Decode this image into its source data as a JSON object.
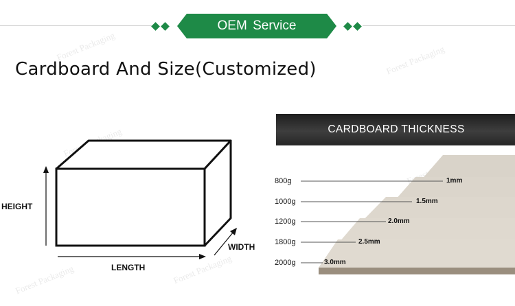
{
  "header": {
    "title": "OEM  Service"
  },
  "heading": {
    "text": "Cardboard And Size(Customized)"
  },
  "box_diagram": {
    "height_label": "HEIGHT",
    "length_label": "LENGTH",
    "width_label": "WIDTH"
  },
  "thickness": {
    "banner": "CARDBOARD THICKNESS",
    "rows": [
      {
        "gsm": "800g",
        "mm": "1mm"
      },
      {
        "gsm": "1000g",
        "mm": "1.5mm"
      },
      {
        "gsm": "1200g",
        "mm": "2.0mm"
      },
      {
        "gsm": "1800g",
        "mm": "2.5mm"
      },
      {
        "gsm": "2000g",
        "mm": "3.0mm"
      }
    ]
  },
  "watermark": {
    "text": "Forest Packaging"
  },
  "colors": {
    "accent": "#1e8a47",
    "board": "#d8d2c8",
    "board_edge": "#a69a88"
  }
}
